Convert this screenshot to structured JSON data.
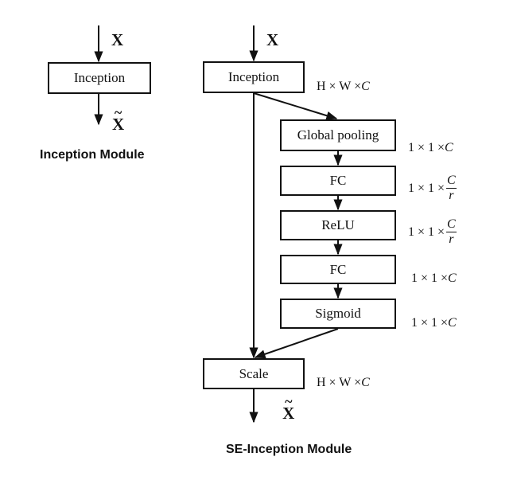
{
  "inception_module": {
    "input": "X",
    "block": "Inception",
    "output": "X",
    "caption": "Inception Module"
  },
  "se_inception_module": {
    "input": "X",
    "output": "X",
    "caption": "SE-Inception Module",
    "blocks": {
      "inception": "Inception",
      "global_pooling": "Global pooling",
      "fc1": "FC",
      "relu": "ReLU",
      "fc2": "FC",
      "sigmoid": "Sigmoid",
      "scale": "Scale"
    },
    "dims": {
      "inception": {
        "prefix": "H × W × ",
        "var": "C"
      },
      "global_pooling": {
        "prefix": "1 × 1 × ",
        "var": "C"
      },
      "fc1": {
        "prefix": "1 × 1 ×",
        "num": "C",
        "den": "r"
      },
      "relu": {
        "prefix": "1 × 1 ×",
        "num": "C",
        "den": "r"
      },
      "fc2": {
        "prefix": "1 × 1 × ",
        "var": "C"
      },
      "sigmoid": {
        "prefix": "1 × 1 × ",
        "var": "C"
      },
      "scale": {
        "prefix": "H × W × ",
        "var": "C"
      }
    }
  }
}
